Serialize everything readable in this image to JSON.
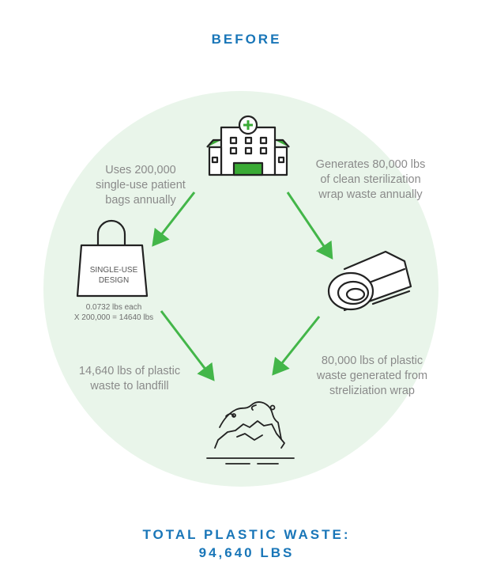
{
  "title": "BEFORE",
  "notes": {
    "top_left": [
      "Uses 200,000",
      "single-use patient",
      "bags annually"
    ],
    "top_right": [
      "Generates 80,000 lbs",
      "of clean sterilization",
      "wrap waste annually"
    ],
    "bottom_left": [
      "14,640 lbs of plastic",
      "waste to landfill"
    ],
    "bottom_right": [
      "80,000 lbs of plastic",
      "waste generated from",
      "streliziation wrap"
    ]
  },
  "bag": {
    "label_line1": "SINGLE-USE",
    "label_line2": "DESIGN",
    "calc_line1": "0.0732 lbs each",
    "calc_line2": "X 200,000 = 14640 lbs"
  },
  "total": {
    "line1": "TOTAL PLASTIC WASTE:",
    "line2": "94,640 LBS"
  },
  "icons": [
    "hospital-icon",
    "shopping-bag-icon",
    "rolled-wrap-icon",
    "landfill-icon"
  ],
  "colors": {
    "heading": "#1976b8",
    "circle": "#e9f5ea",
    "arrow": "#43b649",
    "icon_green": "#3aaa35",
    "text_gray": "#8a8a8a"
  }
}
